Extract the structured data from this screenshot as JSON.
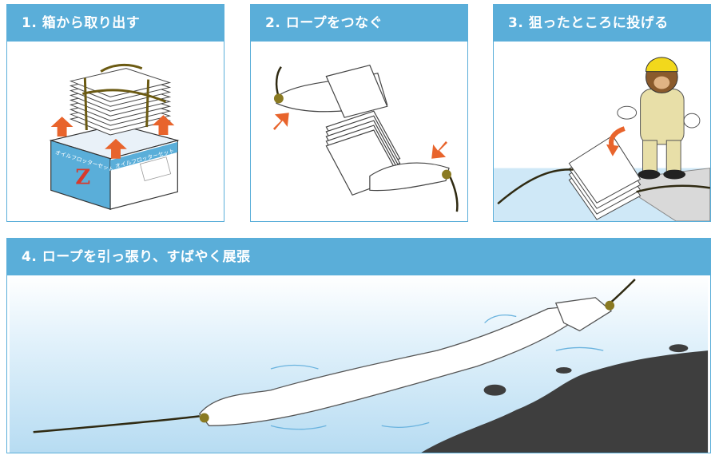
{
  "steps": [
    {
      "title": "1. 箱から取り出す"
    },
    {
      "title": "2. ロープをつなぐ"
    },
    {
      "title": "3. 狙ったところに投げる"
    },
    {
      "title": "4. ロープを引っ張り、すばやく展張"
    }
  ],
  "box_label": "オイルフロッターセット",
  "box_letter": "Z",
  "colors": {
    "header": "#5aaed9",
    "arrow": "#e8642c",
    "water": "#cfe8f7",
    "oil": "#3e3e3e",
    "rope": "#2f2a12"
  }
}
